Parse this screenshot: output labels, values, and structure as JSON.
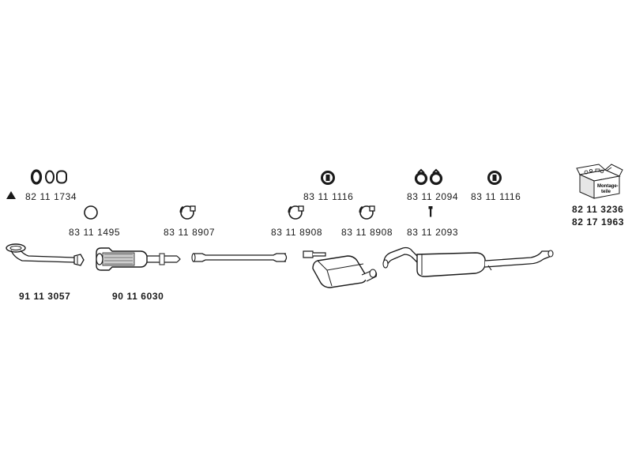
{
  "diagram": {
    "parts": [
      {
        "id": "rubber-ring-set",
        "number": "82 11 1734",
        "marker": "▲"
      },
      {
        "id": "ring-gasket",
        "number": "83 11 1495"
      },
      {
        "id": "clamp-1",
        "number": "83 11 8907"
      },
      {
        "id": "rubber-mount-1",
        "number": "83 11 1116"
      },
      {
        "id": "clamp-2",
        "number": "83 11 8908"
      },
      {
        "id": "clamp-3",
        "number": "83 11 8908"
      },
      {
        "id": "hanger-pair",
        "number": "83 11 2094"
      },
      {
        "id": "bolt",
        "number": "83 11 2093"
      },
      {
        "id": "rubber-mount-2",
        "number": "83 11 1116"
      },
      {
        "id": "mounting-kit",
        "number": "82 11 3236",
        "number2": "82 17 1963",
        "box_text_1": "Montage-",
        "box_text_2": "teile"
      },
      {
        "id": "front-pipe",
        "number": "91 11 3057"
      },
      {
        "id": "catalytic-converter",
        "number": "90 11 6030"
      },
      {
        "id": "intermediate-pipe"
      },
      {
        "id": "center-silencer"
      },
      {
        "id": "rear-silencer"
      }
    ],
    "colors": {
      "line": "#1a1a1a",
      "fill": "#ffffff",
      "shade": "#cfcfcf"
    }
  }
}
